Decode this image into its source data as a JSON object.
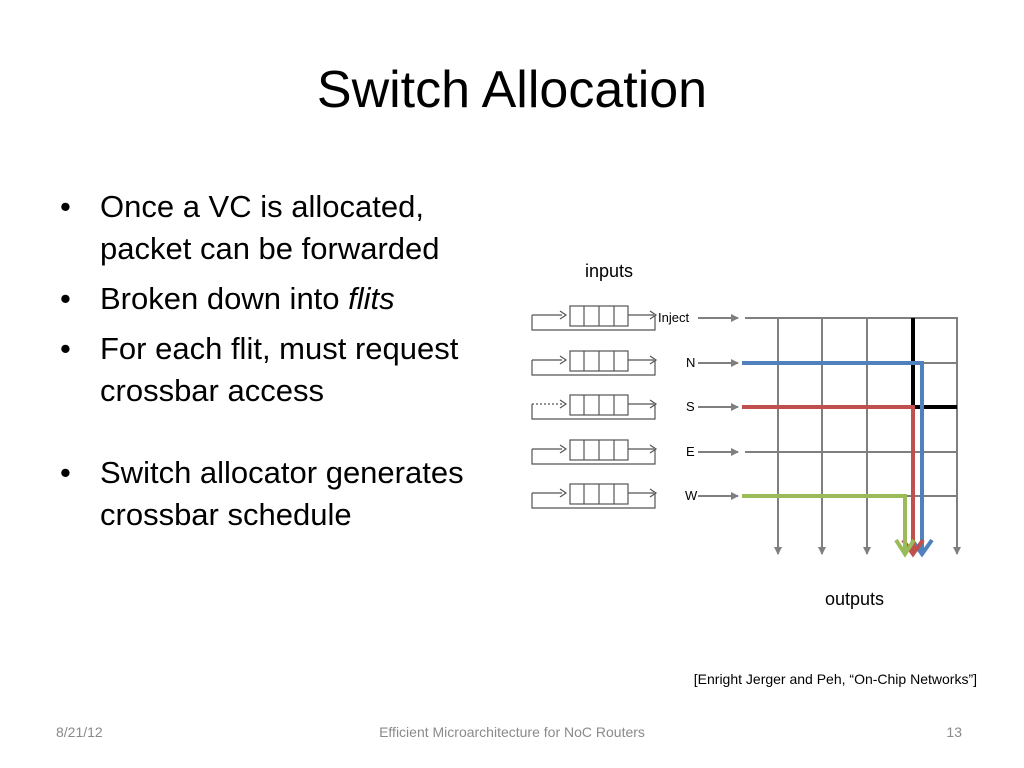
{
  "slide": {
    "title": "Switch Allocation",
    "bullets": [
      {
        "text": "Once a VC is allocated, packet can be forwarded"
      },
      {
        "prefix": "Broken down into ",
        "em": "flits"
      },
      {
        "text": "For each flit, must request crossbar access"
      },
      {
        "text": "Switch allocator generates crossbar schedule"
      }
    ]
  },
  "diagram": {
    "inputs_label": "inputs",
    "outputs_label": "outputs",
    "ports": [
      "Inject",
      "N",
      "S",
      "E",
      "W"
    ],
    "colors": {
      "grid": "#7f7f7f",
      "active_black": "#000000",
      "north_path": "#4f81bd",
      "south_path": "#c0504d",
      "west_path": "#9bbb59"
    }
  },
  "citation": "[Enright Jerger and Peh, “On-Chip Networks”]",
  "footer": {
    "date": "8/21/12",
    "center": "Efficient Microarchitecture for NoC Routers",
    "page": "13"
  }
}
